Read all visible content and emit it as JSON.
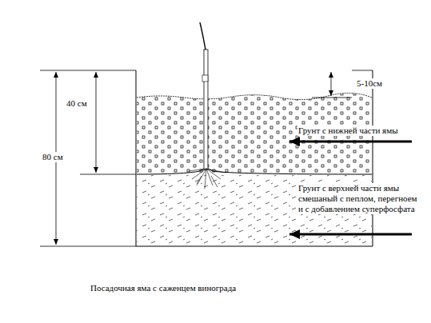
{
  "diagram": {
    "caption": "Посадочная яма с саженцем винограда",
    "labels": [
      "5-10см",
      "40 см",
      "80 см",
      "Грунт с нижней части ямы",
      "Грунт с верхней части ямы смешаный с пеплом, перегноем и с добавлением суперфосфата"
    ]
  }
}
